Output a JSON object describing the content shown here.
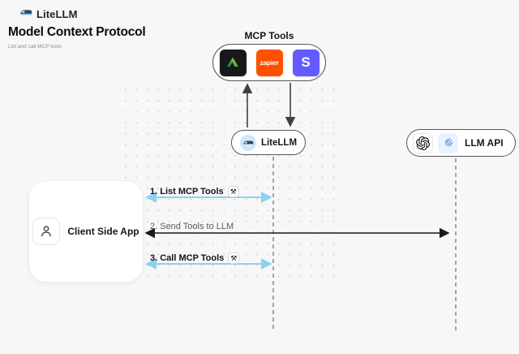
{
  "header": {
    "brand": "LiteLLM",
    "title": "Model Context Protocol",
    "subtitle": "List and call MCP tools"
  },
  "mcp_tools": {
    "label": "MCP Tools",
    "tools": [
      {
        "name": "green-triangle-tool",
        "bg": "#17181c"
      },
      {
        "name": "zapier",
        "label": "zapier",
        "bg": "#ff4f00"
      },
      {
        "name": "stripe",
        "label": "S",
        "bg": "#635bff"
      }
    ]
  },
  "nodes": {
    "litellm": {
      "label": "LiteLLM"
    },
    "llm_api": {
      "label": "LLM API"
    },
    "client": {
      "label": "Client Side App"
    }
  },
  "flows": [
    {
      "label": "1. List MCP Tools",
      "has_tool_badge": true,
      "arrow_color": "#8ecff2",
      "direction": "both"
    },
    {
      "label": "2. Send Tools to LLM",
      "has_tool_badge": false,
      "arrow_color": "#1a1a1a",
      "direction": "both"
    },
    {
      "label": "3. Call MCP Tools",
      "has_tool_badge": true,
      "arrow_color": "#8ecff2",
      "direction": "both"
    }
  ],
  "icons": {
    "tools_glyph": "⚒",
    "brand_logo": "train-icon",
    "litellm_node_logo": "train-icon",
    "llm_api_logos": [
      "openai-icon",
      "blue-provider-icon"
    ],
    "client_logo": "person-icon"
  },
  "colors": {
    "background": "#f7f7f7",
    "blue_arrow": "#8ecff2",
    "black_arrow": "#1a1a1a",
    "vertical_arrow": "#3f3f46",
    "dashed_line": "#a3a3aa",
    "node_border": "#55565e",
    "zapier_orange": "#ff4f00",
    "stripe_purple": "#635bff",
    "tool_black": "#17181c",
    "litellm_circle_bg": "#c9e8fa",
    "dot_grid": "#d6d6d6"
  }
}
